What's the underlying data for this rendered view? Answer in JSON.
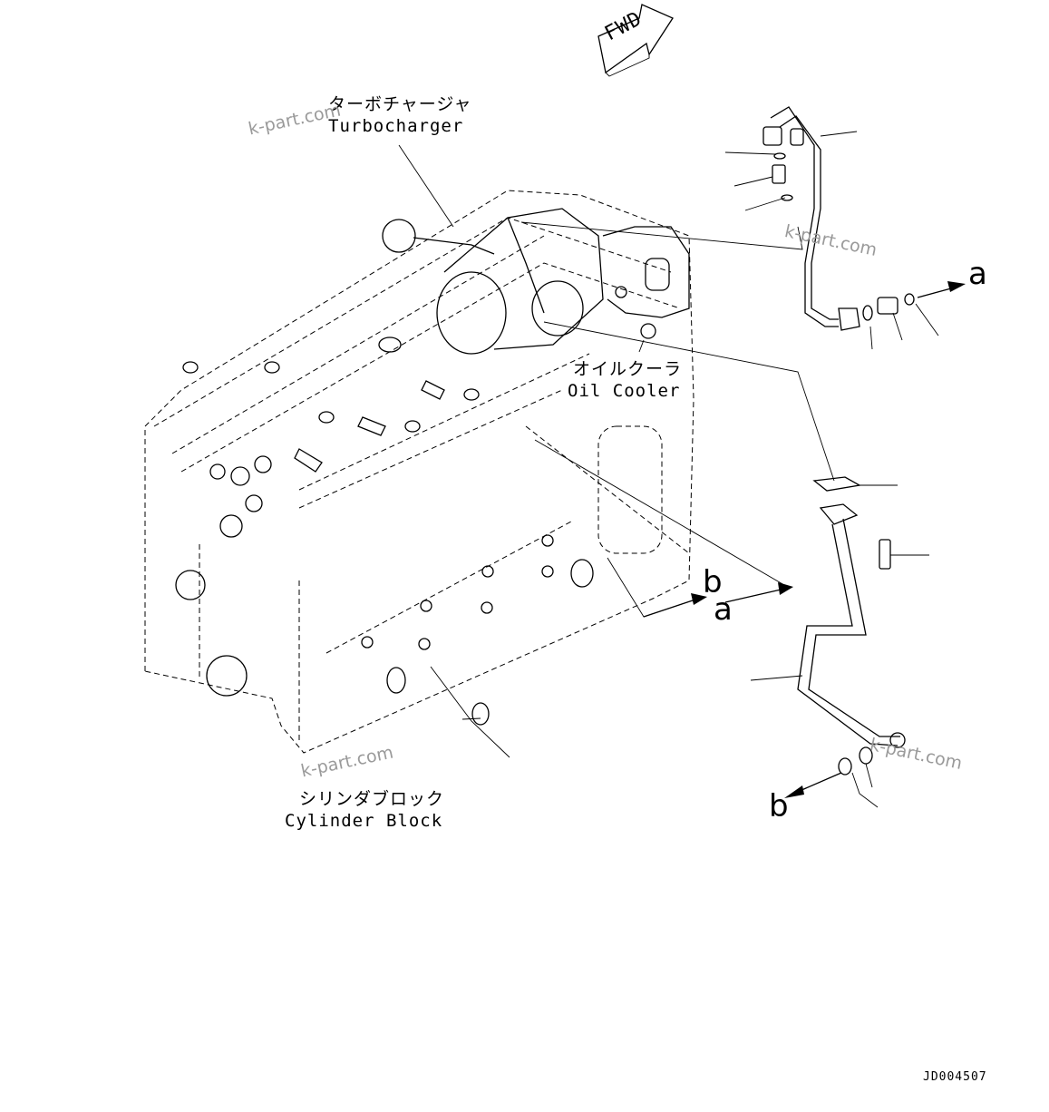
{
  "fwd_label": "FWD",
  "turbocharger": {
    "jp": "ターボチャージャ",
    "en": "Turbocharger"
  },
  "oil_cooler": {
    "jp": "オイルクーラ",
    "en": "Oil Cooler"
  },
  "cylinder_block": {
    "jp": "シリンダブロック",
    "en": "Cylinder Block"
  },
  "connector_letters": {
    "a_right": "a",
    "a_mid": "a",
    "b_mid": "b",
    "b_bottom": "b"
  },
  "watermarks": [
    "k-part.com",
    "k-part.com",
    "k-part.com",
    "k-part.com"
  ],
  "drawing_id": "JD004507"
}
